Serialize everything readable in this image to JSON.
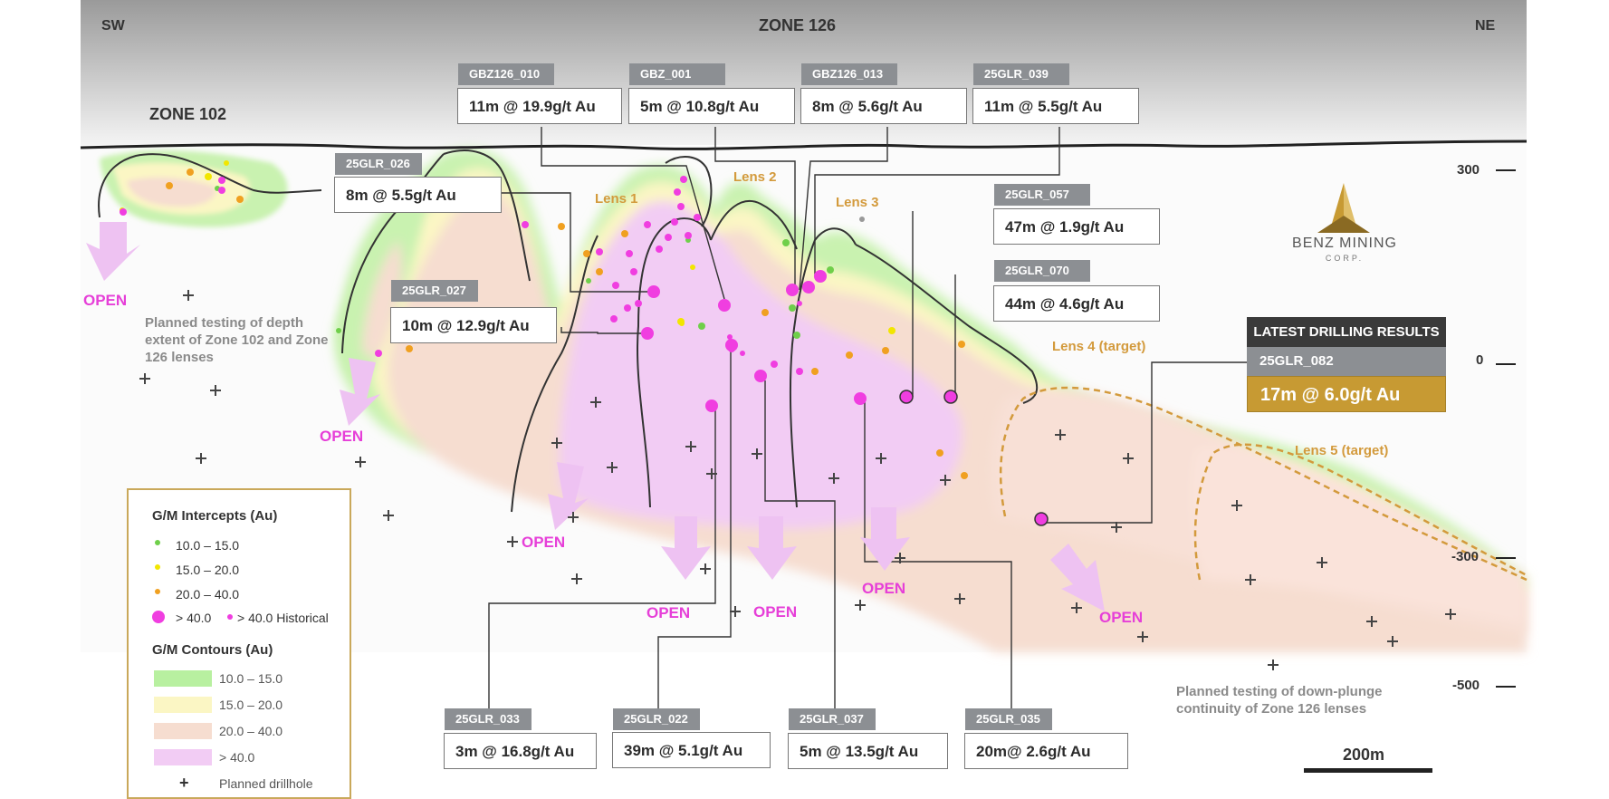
{
  "header": {
    "sw": "SW",
    "zone126": "ZONE 126",
    "ne": "NE",
    "zone102": "ZONE 102"
  },
  "lenses": {
    "lens1": "Lens 1",
    "lens2": "Lens 2",
    "lens3": "Lens 3",
    "lens4": "Lens 4 (target)",
    "lens5": "Lens 5 (target)"
  },
  "open_label": "OPEN",
  "notes": {
    "left": "Planned testing of depth extent of Zone 102 and Zone 126 lenses",
    "right": "Planned testing of down-plunge continuity of Zone 126 lenses"
  },
  "depth_labels": [
    "300",
    "0",
    "-300",
    "-500"
  ],
  "scale_bar": "200m",
  "logo": {
    "name": "BENZ MINING",
    "sub": "CORP."
  },
  "holes": {
    "gbz126_010": {
      "id": "GBZ126_010",
      "result": "11m @ 19.9g/t Au"
    },
    "gbz_001": {
      "id": "GBZ_001",
      "result": "5m @ 10.8g/t Au"
    },
    "gbz126_013": {
      "id": "GBZ126_013",
      "result": "8m @ 5.6g/t Au"
    },
    "glr_039": {
      "id": "25GLR_039",
      "result": "11m @ 5.5g/t Au"
    },
    "glr_026": {
      "id": "25GLR_026",
      "result": "8m @ 5.5g/t Au"
    },
    "glr_027": {
      "id": "25GLR_027",
      "result": "10m @ 12.9g/t Au"
    },
    "glr_057": {
      "id": "25GLR_057",
      "result": "47m @ 1.9g/t Au"
    },
    "glr_070": {
      "id": "25GLR_070",
      "result": "44m @ 4.6g/t Au"
    },
    "glr_033": {
      "id": "25GLR_033",
      "result": "3m @ 16.8g/t Au"
    },
    "glr_022": {
      "id": "25GLR_022",
      "result": "39m @ 5.1g/t Au"
    },
    "glr_037": {
      "id": "25GLR_037",
      "result": "5m @ 13.5g/t Au"
    },
    "glr_035": {
      "id": "25GLR_035",
      "result": "20m@ 2.6g/t Au"
    }
  },
  "latest": {
    "heading": "LATEST DRILLING RESULTS",
    "id": "25GLR_082",
    "result": "17m @ 6.0g/t Au"
  },
  "legend": {
    "intercepts_title": "G/M Intercepts (Au)",
    "intercepts": [
      {
        "label": "10.0 – 15.0",
        "color": "#6fcf4a"
      },
      {
        "label": "15.0 – 20.0",
        "color": "#f2e600"
      },
      {
        "label": "20.0 – 40.0",
        "color": "#f0a020"
      }
    ],
    "gt40": "> 40.0",
    "gt40_hist": "> 40.0 Historical",
    "contours_title": "G/M Contours (Au)",
    "contours": [
      {
        "label": "10.0 – 15.0",
        "color": "#b8f0a0"
      },
      {
        "label": "15.0 – 20.0",
        "color": "#fbf6c4"
      },
      {
        "label": "20.0 – 40.0",
        "color": "#f6ddd0"
      },
      {
        "label": "> 40.0",
        "color": "#f2ccf4"
      }
    ],
    "planned": "Planned drillhole"
  },
  "colors": {
    "magenta": "#f03ee0",
    "gold": "#c79a33"
  }
}
